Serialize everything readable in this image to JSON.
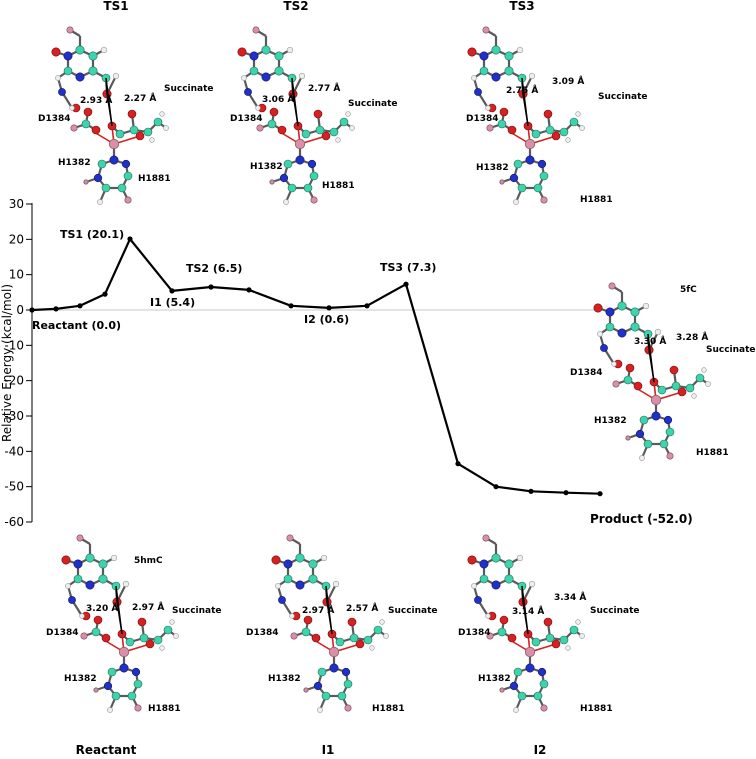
{
  "chart_data": {
    "type": "line",
    "ylabel": "Relative Energy (kcal/mol)",
    "ylim": [
      -60,
      30
    ],
    "yticks": [
      "30",
      "20",
      "10",
      "0",
      "-10",
      "-20",
      "-30",
      "-40",
      "-50",
      "-60"
    ],
    "series": [
      {
        "values": [
          0.0,
          0.3,
          1.2,
          4.5,
          20.1,
          5.4,
          6.5,
          5.7,
          1.2,
          0.6,
          1.2,
          7.3,
          -43.5,
          -50.0,
          -51.3,
          -51.7,
          -52.0
        ]
      }
    ],
    "labels": [
      {
        "text": "Reactant (0.0)",
        "index": 0
      },
      {
        "text": "TS1 (20.1)",
        "index": 4
      },
      {
        "text": "I1 (5.4)",
        "index": 5
      },
      {
        "text": "TS2 (6.5)",
        "index": 6
      },
      {
        "text": "I2 (0.6)",
        "index": 9
      },
      {
        "text": "TS3 (7.3)",
        "index": 11
      },
      {
        "text": "Product (-52.0)",
        "index": 16
      }
    ]
  },
  "structures": {
    "ts1": {
      "title": "TS1",
      "d1": "2.93 Å",
      "d2": "2.27 Å",
      "substrate": "",
      "succinate": "Succinate",
      "d1384": "D1384",
      "h1382": "H1382",
      "h1881": "H1881"
    },
    "ts2": {
      "title": "TS2",
      "d1": "3.06 Å",
      "d2": "2.77 Å",
      "substrate": "",
      "succinate": "Succinate",
      "d1384": "D1384",
      "h1382": "H1382",
      "h1881": "H1881"
    },
    "ts3": {
      "title": "TS3",
      "d1": "2.75 Å",
      "d2": "3.09 Å",
      "substrate": "",
      "succinate": "Succinate",
      "d1384": "D1384",
      "h1382": "H1382",
      "h1881": "H1881"
    },
    "product": {
      "title": "",
      "d1": "3.30 Å",
      "d2": "3.28 Å",
      "substrate": "5fC",
      "succinate": "Succinate",
      "d1384": "D1384",
      "h1382": "H1382",
      "h1881": "H1881"
    },
    "reactant": {
      "title": "Reactant",
      "d1": "3.20 Å",
      "d2": "2.97 Å",
      "substrate": "5hmC",
      "succinate": "Succinate",
      "d1384": "D1384",
      "h1382": "H1382",
      "h1881": "H1881"
    },
    "i1": {
      "title": "I1",
      "d1": "2.97 Å",
      "d2": "2.57 Å",
      "substrate": "",
      "succinate": "Succinate",
      "d1384": "D1384",
      "h1382": "H1382",
      "h1881": "H1881"
    },
    "i2": {
      "title": "I2",
      "d1": "3.14 Å",
      "d2": "3.34 Å",
      "substrate": "",
      "succinate": "Succinate",
      "d1384": "D1384",
      "h1382": "H1382",
      "h1881": "H1881"
    }
  },
  "colors": {
    "carbon": "#3fd3ac",
    "oxygen": "#d82020",
    "nitrogen": "#2030c8",
    "hydrogen": "#e8e8e8",
    "iron": "#d98fa6",
    "bond": "#5a5a5a",
    "zeroline": "#c8c8c8"
  }
}
